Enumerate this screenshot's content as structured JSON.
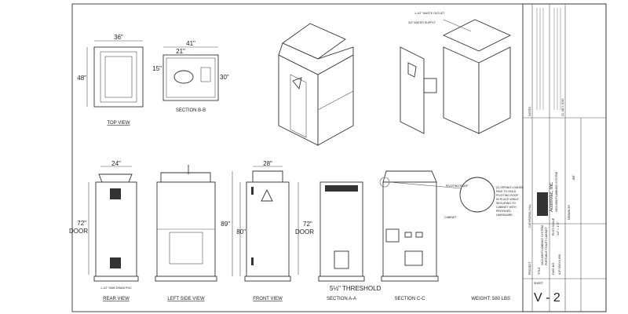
{
  "views": {
    "top_view": "TOP VIEW",
    "section_bb": "SECTION B-B",
    "rear_view": "REAR VIEW",
    "left_side_view": "LEFT SIDE VIEW",
    "front_view": "FRONT VIEW",
    "section_aa": "SECTION A-A",
    "section_cc": "SECTION C-C"
  },
  "dimensions": {
    "top_width": "36\"",
    "top_depth": "48\"",
    "bb_width": "41\"",
    "bb_inner": "21\"",
    "bb_15": "15\"",
    "bb_30": "30\"",
    "rear_width": "24\"",
    "rear_door": "72\"",
    "door_label": "DOOR",
    "front_width": "28\"",
    "front_89": "89\"",
    "front_80": "80\"",
    "aa_door": "72\"",
    "threshold_value": "5½\"",
    "threshold_label": "THRESHOLD"
  },
  "callouts": {
    "waste_outlet": "1-1/2\" WASTE OUTLET",
    "water_supply": "3/4\" WATER SUPPLY",
    "sink_drain": "1-1/2\" SINK DRAIN POC",
    "pivoting_roof": "PIVOTING ROOF",
    "cabinet": "CABINET",
    "spring_pins": [
      "(2) SPRING LOADED",
      "PINS TO HOLD",
      "PIVOTING ROOF",
      "IN PLACE WHILE",
      "SECURING TO",
      "CABINET WITH",
      "PROVIDED",
      "HARDWARE."
    ]
  },
  "weight": "WEIGHT: 580 LBS",
  "title_block": {
    "notes_label": "NOTES",
    "project_label": "PROJECT",
    "project": "CATHEDRAL HILL",
    "title_label": "TITLE",
    "title_line1": "VACUUM PLUMBING SYSTEM",
    "title_line2": "PORTABLE TOILET CABINET",
    "scale_label": "PLOT SCALE",
    "scale": "1/2\" = 1'-0\"",
    "dwg_label": "DWG NO.",
    "dwg_no": "AJP-00XXX-000",
    "company": "AcornVac, Inc.",
    "company_sub": "VACUUM PLUMBING SYSTEM",
    "date": "21 JULY 2015",
    "drawn_by_label": "DRAWN BY",
    "drawn_by": "JMT",
    "sheet_label": "SHEET",
    "sheet": "V - 2"
  },
  "colors": {
    "line": "#333333",
    "background": "#ffffff"
  }
}
